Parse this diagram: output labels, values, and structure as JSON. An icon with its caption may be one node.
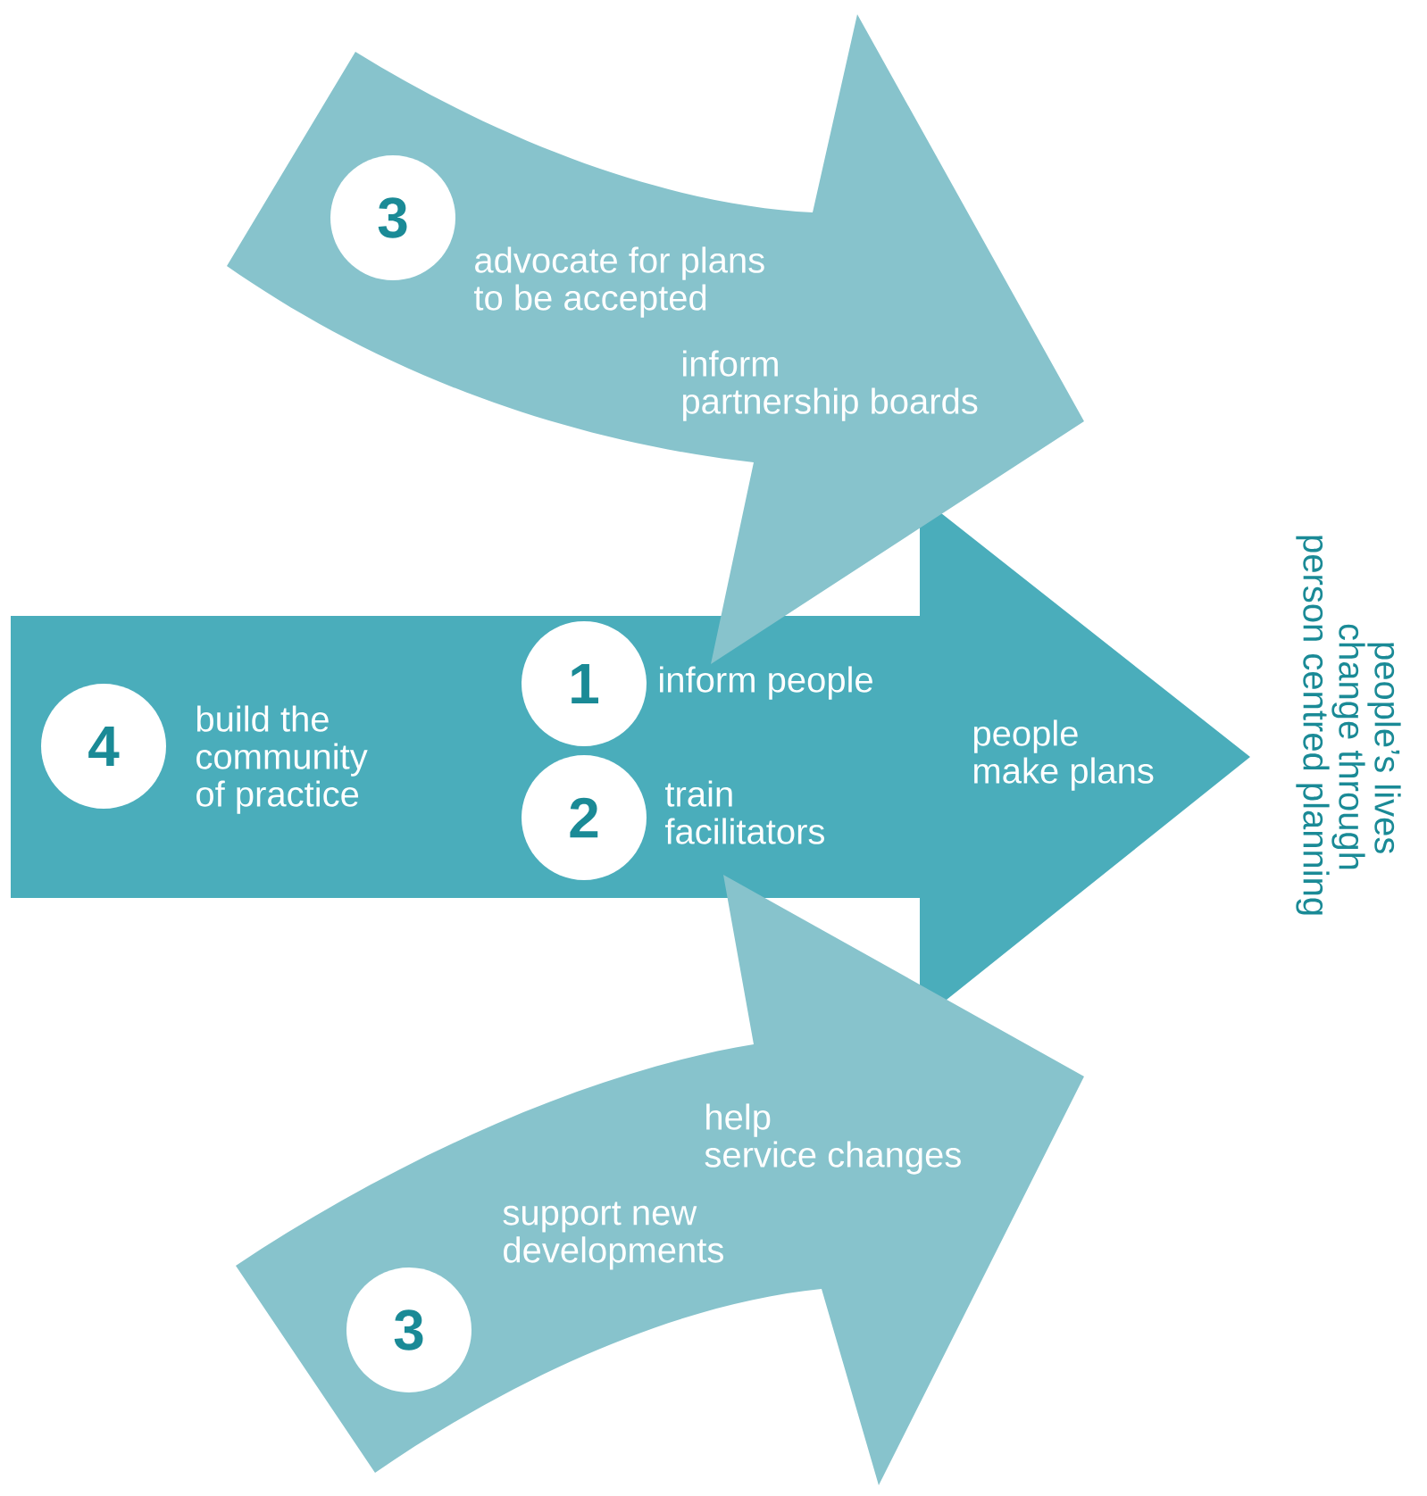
{
  "diagram": {
    "nodes": [
      {
        "text": [
          "advocate for plans to be accepted",
          "inform partnership boards"
        ]
      },
      {
        "text": [
          "3"
        ],
        "in": 0
      },
      {
        "text": [
          "build the community of practice",
          "inform people",
          "train facilitators",
          "people make plans"
        ]
      },
      {
        "text": [
          "4"
        ],
        "in": 2
      },
      {
        "text": [
          "1"
        ],
        "in": 2
      },
      {
        "text": [
          "2"
        ],
        "in": 2
      },
      {
        "text": [
          "help service changes",
          "support new developments"
        ]
      },
      {
        "text": [
          "3"
        ],
        "in": 6
      }
    ],
    "labels": [
      "people’s lives change through person centred planning"
    ]
  }
}
